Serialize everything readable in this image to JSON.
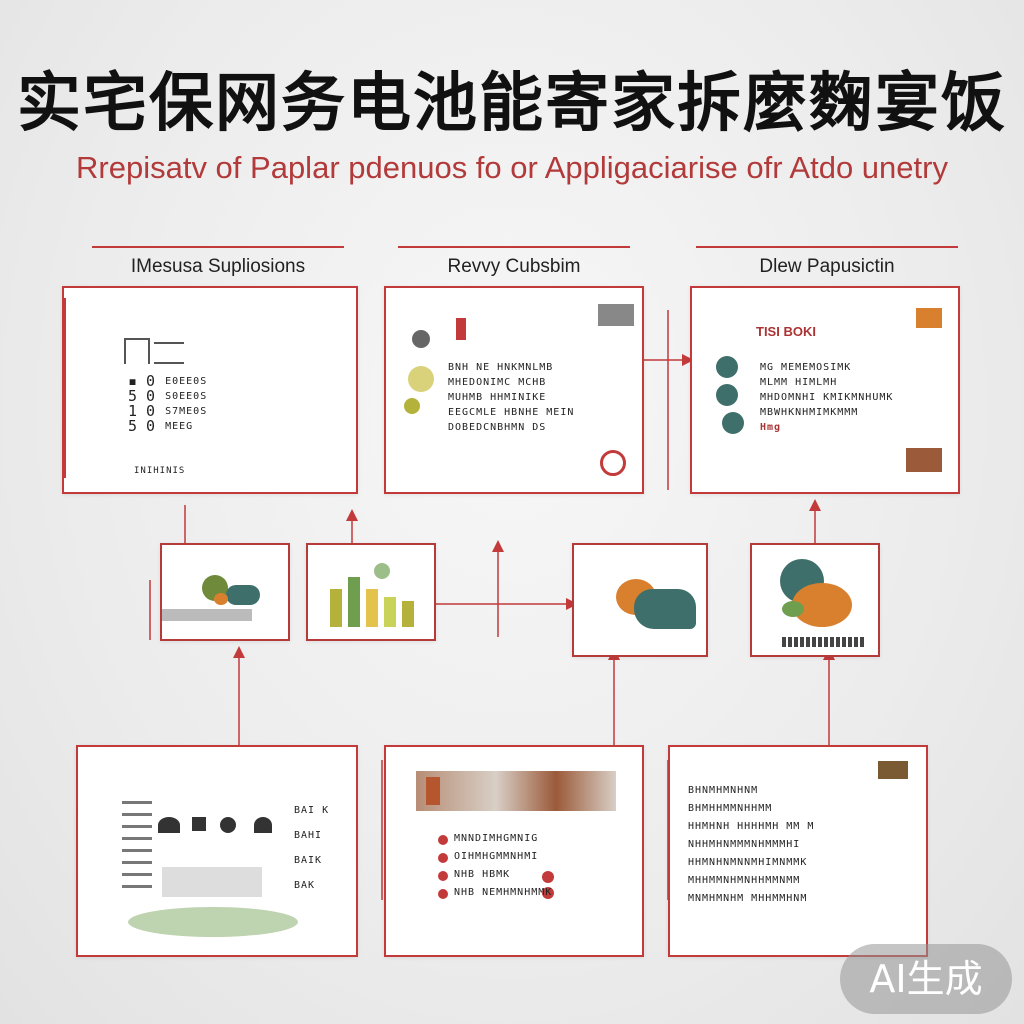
{
  "title_cn": "实宅保网务电池能寄家拆麼麴宴饭",
  "title_en": "Rrepisatv of Paplar pdenuos fo or Appligaciarise ofr Atdo unetry",
  "sections": [
    {
      "label": "IMesusa Supliosions"
    },
    {
      "label": "Revvy Cubsbim"
    },
    {
      "label": "Dlew Papusictin"
    }
  ],
  "top_boxes": [
    {
      "lines": [
        "E0EE0S",
        "S0EE0S",
        "S7ME0S",
        "MEEG"
      ],
      "footer": "INIHINIS"
    },
    {
      "lines": [
        "BNH NE HNKMNLMB",
        "MHEDONIMC MCHB",
        "MUHMB HHMINIKE",
        "EEGCMLE HBNHE MEIN",
        "DOBEDCNBHMN DS"
      ]
    },
    {
      "heading": "TISI BOKI",
      "lines": [
        "MG MEMEMOSIMK",
        "MLMM HIMLMH",
        "MHDOMNHI KMIKMNHUMK",
        "MBWHKNHMIMKMMM"
      ],
      "footer": "Hmg"
    }
  ],
  "bottom_boxes": [
    {
      "lines": [
        "BAI K",
        "BAHI",
        "BAIK",
        "BAK"
      ]
    },
    {
      "lines": [
        "MNNDIMHGMNIG",
        "OIHMHGMMNHMI",
        "NHB HBMK",
        "NHB NEMHMNHMMK"
      ]
    },
    {
      "lines": [
        "BHNMHMNHNM",
        "BHMHHMMNHHMM",
        "HHMHNH HHHHMH MM M",
        "NHHMHNMMMNHMMMHI",
        "HHMNHNMNNMHIMNMMK",
        "MHHMMNHMNHHMMNMM",
        "MNMHMNHM MHHMMHNM"
      ]
    }
  ],
  "ai_badge": "AI生成",
  "colors": {
    "accent_red": "#c23a3a",
    "teal": "#3f6f6a",
    "orange": "#d9802e",
    "olive": "#b5b23c",
    "green": "#6e9e4e"
  }
}
